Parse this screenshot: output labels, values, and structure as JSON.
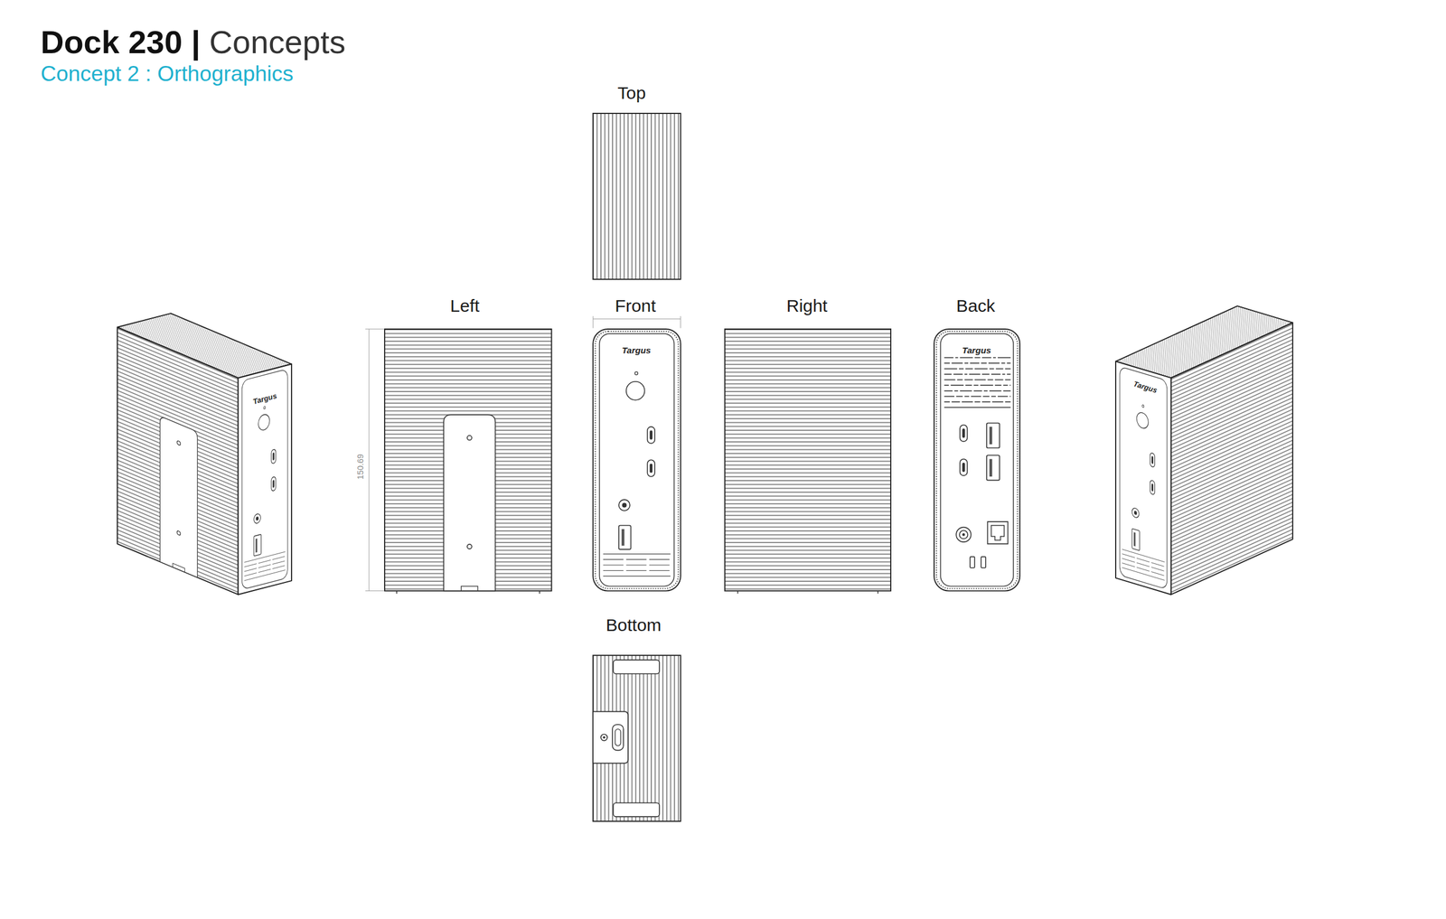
{
  "diagram": {
    "title": "Dock 230 | Concepts",
    "labels": [
      "Concept 2 : Orthographics",
      "Top",
      "Left",
      "Front",
      "Right",
      "Back",
      "Bottom",
      "150.69",
      "Targus",
      "Targus",
      "Targus",
      "Targus"
    ]
  }
}
